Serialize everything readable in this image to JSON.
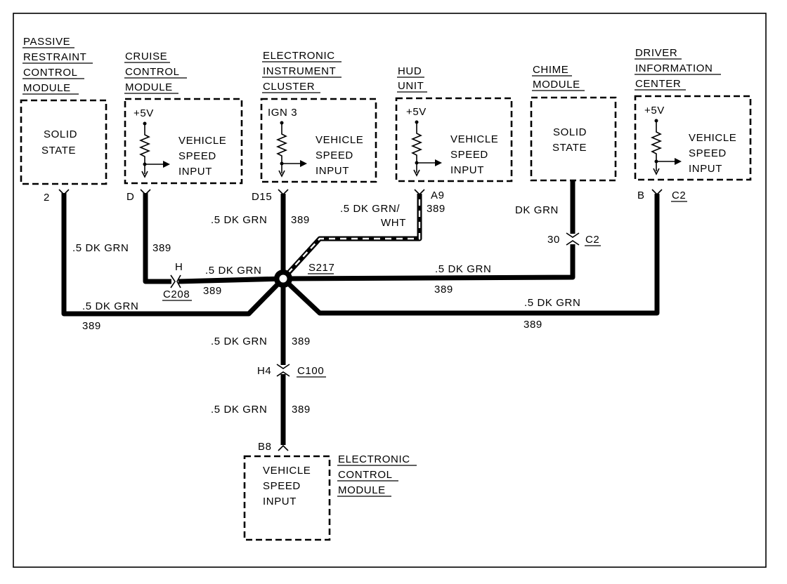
{
  "modules": {
    "passive_restraint": {
      "title": [
        "PASSIVE",
        "RESTRAINT",
        "CONTROL",
        "MODULE"
      ],
      "body": [
        "SOLID",
        "STATE"
      ],
      "pin": "2"
    },
    "cruise_control": {
      "title": [
        "CRUISE",
        "CONTROL",
        "MODULE"
      ],
      "supply": "+5V",
      "body": [
        "VEHICLE",
        "SPEED",
        "INPUT"
      ],
      "pin": "D"
    },
    "instrument_cluster": {
      "title": [
        "ELECTRONIC",
        "INSTRUMENT",
        "CLUSTER"
      ],
      "supply": "IGN 3",
      "body": [
        "VEHICLE",
        "SPEED",
        "INPUT"
      ],
      "pin": "D15"
    },
    "hud_unit": {
      "title": [
        "HUD",
        "UNIT"
      ],
      "supply": "+5V",
      "body": [
        "VEHICLE",
        "SPEED",
        "INPUT"
      ],
      "pin": "A9"
    },
    "chime_module": {
      "title": [
        "CHIME",
        "MODULE"
      ],
      "body": [
        "SOLID",
        "STATE"
      ]
    },
    "driver_info_center": {
      "title": [
        "DRIVER",
        "INFORMATION",
        "CENTER"
      ],
      "supply": "+5V",
      "body": [
        "VEHICLE",
        "SPEED",
        "INPUT"
      ],
      "pin": "B",
      "connector": "C2"
    },
    "electronic_control": {
      "title": [
        "ELECTRONIC",
        "CONTROL",
        "MODULE"
      ],
      "body": [
        "VEHICLE",
        "SPEED",
        "INPUT"
      ],
      "pin": "B8"
    }
  },
  "wires": {
    "prcm": {
      "color": ".5 DK GRN",
      "circuit": "389",
      "color_lower": ".5 DK GRN",
      "circuit_lower": "389"
    },
    "ccm": {
      "color": ".5 DK GRN",
      "circuit": "389",
      "color_lower": ".5 DK GRN",
      "circuit_lower": "389"
    },
    "eic": {
      "color": ".5 DK GRN",
      "circuit": "389"
    },
    "hud": {
      "color": [
        ".5 DK GRN/",
        "WHT"
      ],
      "circuit": "389"
    },
    "chime": {
      "color_upper": "DK GRN",
      "color": ".5 DK GRN",
      "circuit": "389"
    },
    "dic": {
      "color": ".5 DK GRN",
      "circuit": "389"
    },
    "ecm_upper": {
      "color": ".5 DK GRN",
      "circuit": "389"
    },
    "ecm_lower": {
      "color": ".5 DK GRN",
      "circuit": "389"
    }
  },
  "connectors": {
    "c208": {
      "pin": "H",
      "name": "C208"
    },
    "c2_chime": {
      "pin": "30",
      "name": "C2"
    },
    "c100": {
      "pin": "H4",
      "name": "C100"
    }
  },
  "splice": {
    "name": "S217"
  }
}
